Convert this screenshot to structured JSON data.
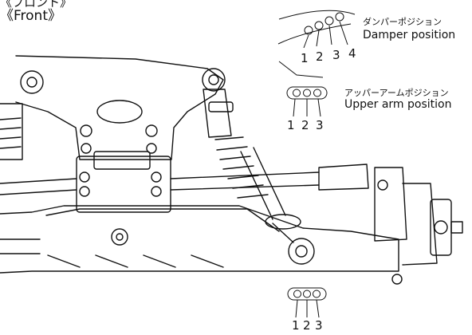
{
  "front_label": {
    "jp": "《フロント》",
    "en": "《Front》"
  },
  "damper_position": {
    "label_jp": "ダンパーポジション",
    "label_en": "Damper position",
    "numbers": [
      "1",
      "2",
      "3",
      "4"
    ]
  },
  "upper_arm_position": {
    "label_jp": "アッパーアームポジション",
    "label_en": "Upper arm position",
    "numbers": [
      "1",
      "2",
      "3"
    ]
  },
  "lower_position": {
    "numbers": [
      "1",
      "2",
      "3"
    ]
  }
}
